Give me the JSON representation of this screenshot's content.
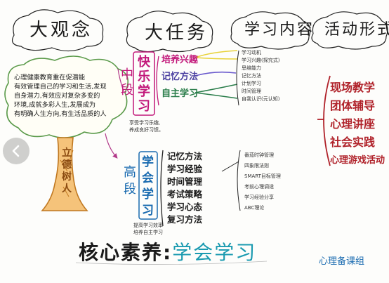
{
  "headers": {
    "big_concept": "大观念",
    "big_task": "大任务",
    "content": "学习内容",
    "activity": "活动形式"
  },
  "big_concept_text": [
    "心理健康教育重在促潜能",
    "有效管理自己的学习和生活,发现",
    "自身潜力,有效应对复杂多变的",
    "环境,成就多彩人生,发展成为",
    "有明确人生方向,有生活品质的人"
  ],
  "tree_label": [
    "立",
    "德",
    "树",
    "人"
  ],
  "middle": {
    "grade": [
      "中",
      "段"
    ],
    "theme": [
      "快",
      "乐",
      "学",
      "习"
    ],
    "note": [
      "享受学习乐趣,",
      "养成良好习惯。"
    ],
    "tasks": [
      "培养兴趣",
      "记忆方法",
      "自主学习"
    ],
    "content": [
      "学习动机",
      "学习兴趣(探究式)",
      "思维能力",
      "记忆方法",
      "计划学习",
      "时间管理",
      "自我认识(元认知)"
    ]
  },
  "high": {
    "grade": [
      "高",
      "段"
    ],
    "theme": [
      "学",
      "会",
      "学",
      "习"
    ],
    "note": [
      "提高学习效率",
      "培养自主学习"
    ],
    "tasks": [
      "记忆方法",
      "学习经验",
      "时间管理",
      "考试策略",
      "学习心态",
      "复习方法"
    ],
    "content": [
      "番茄时钟管理",
      "四象限法则",
      "SMART目标管理",
      "考前心理调适",
      "学习经验分享",
      "ABC理论"
    ]
  },
  "activities": [
    "现场教学",
    "团体辅导",
    "心理讲座",
    "社会实践",
    "心理游戏活动"
  ],
  "core_label": "核心素养:",
  "core_value": "学会学习",
  "signature": "心理备课组",
  "colors": {
    "pink": "#c2187a",
    "green": "#2a7d4a",
    "blue": "#1a6bb0",
    "red": "#b0222a",
    "yellow_line": "#e8d23a",
    "purple_line": "#6a5acd",
    "tree_fill": "#e9a13a"
  },
  "nav": {
    "prev_icon": "arrow-left-icon"
  }
}
